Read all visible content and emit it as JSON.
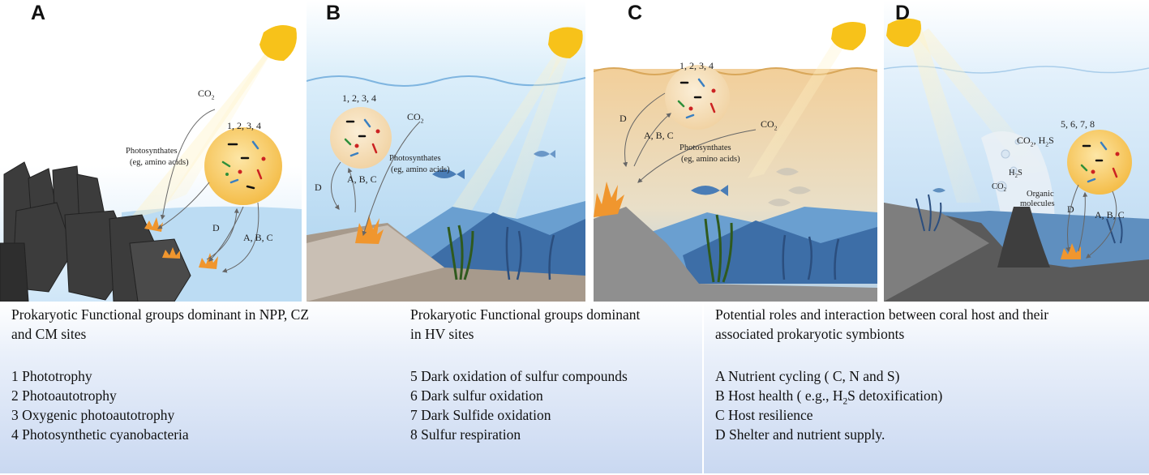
{
  "panels": [
    {
      "label": "A",
      "numbers": "1, 2, 3, 4",
      "co2": "CO",
      "co2_sub": "2",
      "photosynthates": "Photosynthates",
      "photosynthates_eg": "(eg, amino acids)",
      "arrow_d": "D",
      "arrow_abc": "A, B, C"
    },
    {
      "label": "B",
      "numbers": "1, 2, 3, 4",
      "co2": "CO",
      "co2_sub": "2",
      "photosynthates": "Photosynthates",
      "photosynthates_eg": "(eg, amino acids)",
      "arrow_d": "D",
      "arrow_abc": "A, B, C"
    },
    {
      "label": "C",
      "numbers": "1, 2, 3, 4",
      "co2": "CO",
      "co2_sub": "2",
      "photosynthates": "Photosynthates",
      "photosynthates_eg": "(eg, amino acids)",
      "arrow_d": "D",
      "arrow_abc": "A, B, C"
    },
    {
      "label": "D",
      "numbers": "5, 6, 7, 8",
      "co2_h2s": [
        "CO",
        "2",
        ", H",
        "2",
        "S"
      ],
      "h2s_small": [
        "H",
        "2",
        "S"
      ],
      "co2_small": [
        "CO",
        "2"
      ],
      "organic": "Organic",
      "molecules": "molecules",
      "arrow_d": "D",
      "arrow_abc": "A, B, C"
    }
  ],
  "legend": {
    "col1": {
      "heading_line1": "Prokaryotic Functional groups dominant in NPP, CZ",
      "heading_line2": "and CM sites",
      "items": [
        "1 Phototrophy",
        "2 Photoautotrophy",
        "3 Oxygenic photoautotrophy",
        "4 Photosynthetic cyanobacteria"
      ]
    },
    "col2": {
      "heading_line1": "Prokaryotic Functional groups dominant",
      "heading_line2": "in HV sites",
      "items": [
        "5 Dark oxidation of sulfur compounds",
        "6 Dark sulfur oxidation",
        "7 Dark Sulfide oxidation",
        "8 Sulfur respiration"
      ]
    },
    "col3": {
      "heading_line1": "Potential roles and interaction between coral host and their",
      "heading_line2": "associated prokaryotic symbionts",
      "items": {
        "a": "A Nutrient cycling ( C, N and S)",
        "b_pre": "B Host health ( e.g., H",
        "b_sub": "2",
        "b_post": "S detoxification)",
        "c": "C Host resilience",
        "d": "D Shelter and nutrient supply."
      }
    }
  },
  "colors": {
    "sun": "#f7c21a",
    "water": "#bcdcf3",
    "deep_water": "#6fa8dc",
    "coral": "#f0962e",
    "rock": "#3c3c3c",
    "microbe_sphere": "#f7c65c",
    "sediment_sand": "#f3d29b"
  }
}
